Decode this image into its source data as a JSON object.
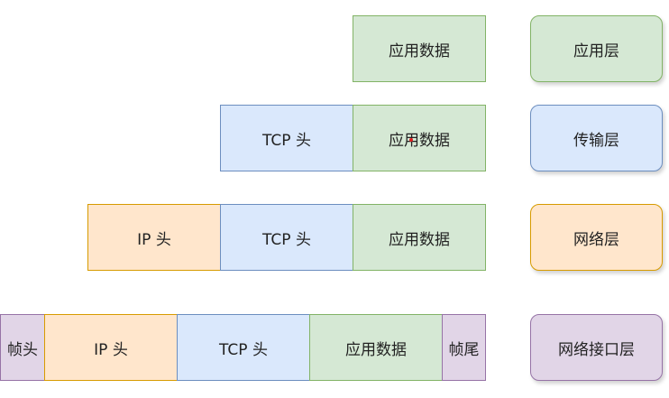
{
  "rows": [
    {
      "segments": [
        "应用数据"
      ],
      "layer": "应用层"
    },
    {
      "segments": [
        "TCP 头",
        "应用数据"
      ],
      "layer": "传输层"
    },
    {
      "segments": [
        "IP 头",
        "TCP 头",
        "应用数据"
      ],
      "layer": "网络层"
    },
    {
      "segments": [
        "帧头",
        "IP 头",
        "TCP 头",
        "应用数据",
        "帧尾"
      ],
      "layer": "网络接口层"
    }
  ],
  "colors": {
    "data": "#d5e8d4",
    "tcp": "#dae8fc",
    "ip": "#ffe6cc",
    "link": "#e1d5e7"
  }
}
